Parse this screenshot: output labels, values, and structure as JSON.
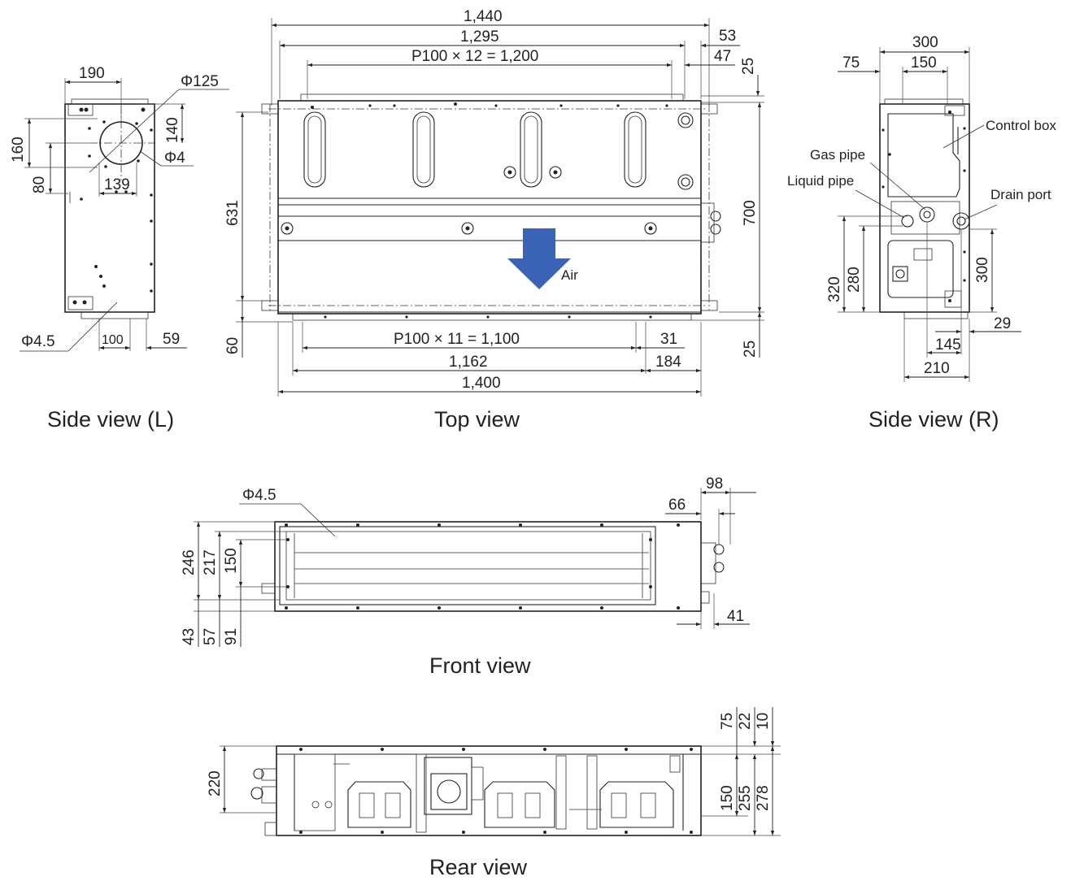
{
  "views": {
    "side_left": "Side view (L)",
    "top": "Top view",
    "side_right": "Side view (R)",
    "front": "Front view",
    "rear": "Rear view"
  },
  "labels": {
    "air": "Air",
    "control_box": "Control box",
    "gas_pipe": "Gas pipe",
    "liquid_pipe": "Liquid pipe",
    "drain_port": "Drain port"
  },
  "dims": {
    "top": {
      "overall_width_with_flange": "1,440",
      "flange_width": "1,295",
      "flange_pitch": "P100 × 12 = 1,200",
      "d53": "53",
      "d47": "47",
      "d25_top": "25",
      "body_depth_631": "631",
      "depth_700": "700",
      "d60": "60",
      "d25_bottom": "25",
      "bottom_pitch": "P100 × 11 = 1,100",
      "d31": "31",
      "d1162": "1,162",
      "d184": "184",
      "d1400": "1,400"
    },
    "side_left": {
      "d190": "190",
      "d160": "160",
      "d80": "80",
      "d140": "140",
      "d139": "139",
      "phi125": "Φ125",
      "phi4": "Φ4",
      "phi45": "Φ4.5",
      "d100": "100",
      "d59": "59"
    },
    "side_right": {
      "d300_top": "300",
      "d75": "75",
      "d150": "150",
      "d320": "320",
      "d280": "280",
      "d300_side": "300",
      "d29": "29",
      "d145": "145",
      "d210": "210"
    },
    "front": {
      "phi45": "Φ4.5",
      "d98": "98",
      "d66": "66",
      "d246": "246",
      "d217": "217",
      "d150": "150",
      "d43": "43",
      "d57": "57",
      "d91": "91",
      "d41": "41"
    },
    "rear": {
      "d220": "220",
      "d75": "75",
      "d22": "22",
      "d10": "10",
      "d150": "150",
      "d255": "255",
      "d278": "278"
    }
  },
  "colors": {
    "air_arrow": "#3a62b5",
    "line": "#222222"
  }
}
